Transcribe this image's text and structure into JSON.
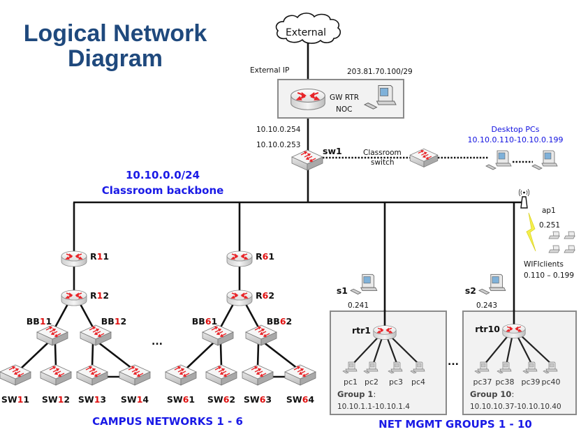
{
  "title": {
    "line1": "Logical Network",
    "line2": "Diagram"
  },
  "colors": {
    "title": "#1f497d",
    "accent_blue": "#1a1ae6",
    "highlight_red": "#e01010",
    "box_fill": "#f2f2f2",
    "box_stroke": "#8a8a8a"
  },
  "external": {
    "cloud_label": "External",
    "ip_label": "External IP",
    "ip_value": "203.81.70.100/29"
  },
  "gateway": {
    "router_label": "GW RTR",
    "noc_label": "NOC",
    "inside_ip": "10.10.0.254"
  },
  "core_switch": {
    "name": "sw1",
    "ip": "10.10.0.253"
  },
  "classroom_switch": {
    "label_line1": "Classroom",
    "label_line2": "switch"
  },
  "desktops": {
    "label": "Desktop PCs",
    "range": "10.10.0.110-10.10.0.199"
  },
  "backbone": {
    "subnet": "10.10.0.0/24",
    "name": "Classroom backbone"
  },
  "wifi": {
    "ap_name": "ap1",
    "ap_ip": "0.251",
    "clients_label": "WIFIclients",
    "clients_range": "0.110 – 0.199"
  },
  "campus": [
    {
      "group": "1",
      "routers": [
        {
          "prefix": "R",
          "num": "1",
          "suffix": "1"
        },
        {
          "prefix": "R",
          "num": "1",
          "suffix": "2"
        }
      ],
      "bb": [
        {
          "prefix": "BB",
          "num": "1",
          "suffix": "1"
        },
        {
          "prefix": "BB",
          "num": "1",
          "suffix": "2"
        }
      ],
      "switches": [
        {
          "prefix": "SW",
          "num": "1",
          "suffix": "1"
        },
        {
          "prefix": "SW",
          "num": "1",
          "suffix": "2"
        },
        {
          "prefix": "SW",
          "num": "1",
          "suffix": "3"
        },
        {
          "prefix": "SW",
          "num": "1",
          "suffix": "4"
        }
      ]
    },
    {
      "group": "6",
      "routers": [
        {
          "prefix": "R",
          "num": "6",
          "suffix": "1"
        },
        {
          "prefix": "R",
          "num": "6",
          "suffix": "2"
        }
      ],
      "bb": [
        {
          "prefix": "BB",
          "num": "6",
          "suffix": "1"
        },
        {
          "prefix": "BB",
          "num": "6",
          "suffix": "2"
        }
      ],
      "switches": [
        {
          "prefix": "SW",
          "num": "6",
          "suffix": "1"
        },
        {
          "prefix": "SW",
          "num": "6",
          "suffix": "2"
        },
        {
          "prefix": "SW",
          "num": "6",
          "suffix": "3"
        },
        {
          "prefix": "SW",
          "num": "6",
          "suffix": "4"
        }
      ]
    }
  ],
  "campus_ellipsis": "...",
  "campus_caption": "CAMPUS NETWORKS 1 - 6",
  "mgmt": [
    {
      "server": "s1",
      "server_ip": "0.241",
      "router": "rtr1",
      "pcs": [
        "pc1",
        "pc2",
        "pc3",
        "pc4"
      ],
      "group_label": "Group 1",
      "group_colon": ":",
      "range": "10.10.1.1-10.10.1.4"
    },
    {
      "server": "s2",
      "server_ip": "0.243",
      "router": "rtr10",
      "pcs": [
        "pc37",
        "pc38",
        "pc39",
        "pc40"
      ],
      "group_label": "Group 10",
      "group_colon": ":",
      "range": "10.10.10.37-10.10.10.40"
    }
  ],
  "mgmt_ellipsis": "...",
  "mgmt_caption": "NET MGMT GROUPS 1 - 10",
  "icons": {
    "cloud": "cloud-icon",
    "router": "router-icon",
    "switch": "switch-icon",
    "desktop": "desktop-computer-icon",
    "laptop": "laptop-icon",
    "access_point": "wireless-access-point-icon",
    "lightning": "wireless-signal-icon"
  }
}
